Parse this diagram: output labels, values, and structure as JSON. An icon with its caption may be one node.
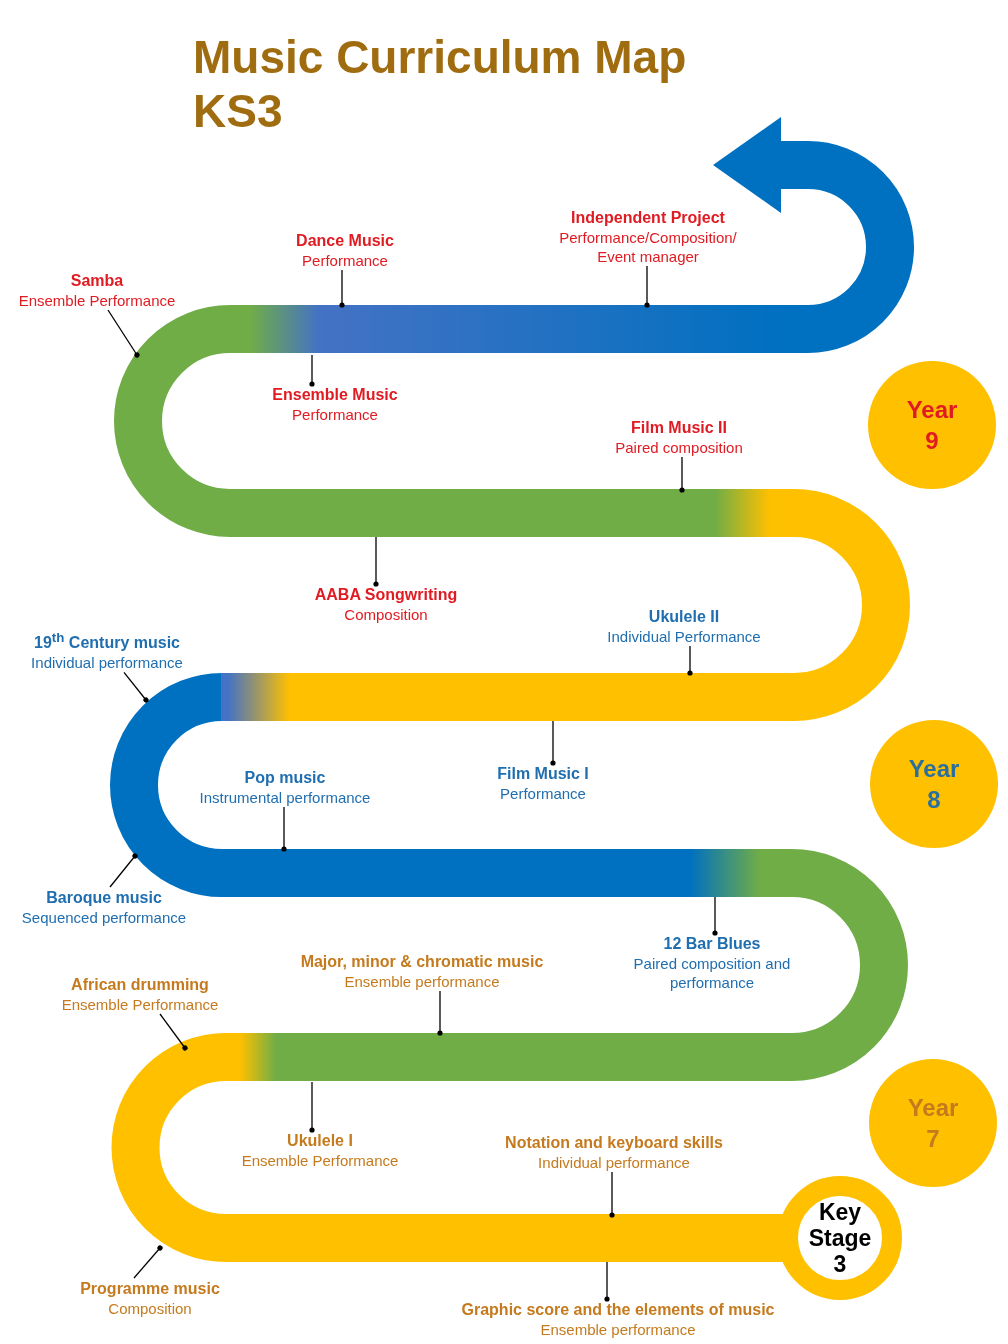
{
  "diagram": {
    "title": "Music Curriculum Map KS3",
    "nodes": [
      {
        "text": [
          "Independent Project",
          "Performance/Composition/ Event manager"
        ]
      },
      {
        "text": [
          "Dance Music",
          "Performance"
        ]
      },
      {
        "text": [
          "Samba",
          "Ensemble Performance"
        ]
      },
      {
        "text": [
          "Ensemble Music",
          "Performance"
        ]
      },
      {
        "text": [
          "Year 9"
        ]
      },
      {
        "text": [
          "Film Music II",
          "Paired composition"
        ]
      },
      {
        "text": [
          "AABA Songwriting",
          "Composition"
        ]
      },
      {
        "text": [
          "Ukulele II",
          "Individual Performance"
        ]
      },
      {
        "text": [
          "19$^{th}$ Century music",
          "Individual performance"
        ]
      },
      {
        "text": [
          "Pop music",
          "Instrumental performance"
        ]
      },
      {
        "text": [
          "Film Music I",
          "Performance"
        ]
      },
      {
        "text": [
          "Year 8"
        ]
      },
      {
        "text": [
          "Baroque music",
          "Sequenced performance"
        ]
      },
      {
        "text": [
          "12 Bar Blues",
          "Paired composition and performance"
        ]
      },
      {
        "text": [
          "Major, minor & chromatic music",
          "Ensemble performance"
        ]
      },
      {
        "text": [
          "African drumming",
          "Ensemble Performance"
        ]
      },
      {
        "text": [
          "Year 7"
        ]
      },
      {
        "text": [
          "Ukulele I",
          "Ensemble Performance"
        ]
      },
      {
        "text": [
          "Notation and keyboard skills",
          "Individual performance"
        ]
      },
      {
        "text": [
          "Key Stage 3"
        ]
      },
      {
        "text": [
          "Programme music",
          "Composition"
        ]
      },
      {
        "text": [
          "Graphic score and the elements of music",
          "Ensemble performance"
        ]
      }
    ],
    "edges": [
      {
        "from": 0,
        "to": null,
        "arrow": "other"
      },
      {
        "from": 1,
        "to": null,
        "arrow": "other"
      },
      {
        "from": 2,
        "to": null,
        "arrow": "other"
      },
      {
        "from": 3,
        "to": null,
        "arrow": "other"
      },
      {
        "from": 5,
        "to": null,
        "arrow": "other"
      },
      {
        "from": 6,
        "to": null,
        "arrow": "other"
      },
      {
        "from": 7,
        "to": null,
        "arrow": "other"
      },
      {
        "from": 8,
        "to": null,
        "arrow": "other"
      },
      {
        "from": 9,
        "to": null,
        "arrow": "other"
      },
      {
        "from": 10,
        "to": null,
        "arrow": "other"
      },
      {
        "from": 12,
        "to": null,
        "arrow": "other"
      },
      {
        "from": 13,
        "to": null,
        "arrow": "other"
      },
      {
        "from": 14,
        "to": null,
        "arrow": "other"
      },
      {
        "from": 15,
        "to": null,
        "arrow": "other"
      },
      {
        "from": 17,
        "to": null,
        "arrow": "other"
      },
      {
        "from": 18,
        "to": null,
        "arrow": "other"
      },
      {
        "from": 20,
        "to": null,
        "arrow": "other"
      },
      {
        "from": 21,
        "to": null,
        "arrow": "other"
      }
    ]
  }
}
